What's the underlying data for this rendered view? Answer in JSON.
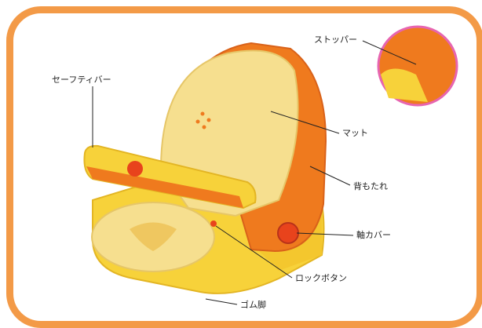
{
  "labels": {
    "stopper": "ストッパー",
    "safety_bar": "セーフティバー",
    "mat": "マット",
    "backrest": "背もたれ",
    "axis_cover": "軸カバー",
    "lock_button": "ロックボタン",
    "rubber_leg": "ゴム脚"
  },
  "colors": {
    "frame": "#f39a47",
    "seat_yellow": "#f7d23a",
    "mat_cream": "#f6df8f",
    "backrest_orange": "#ef7a1e",
    "accent_red": "#e8431c",
    "inset_ring": "#e765b0"
  }
}
